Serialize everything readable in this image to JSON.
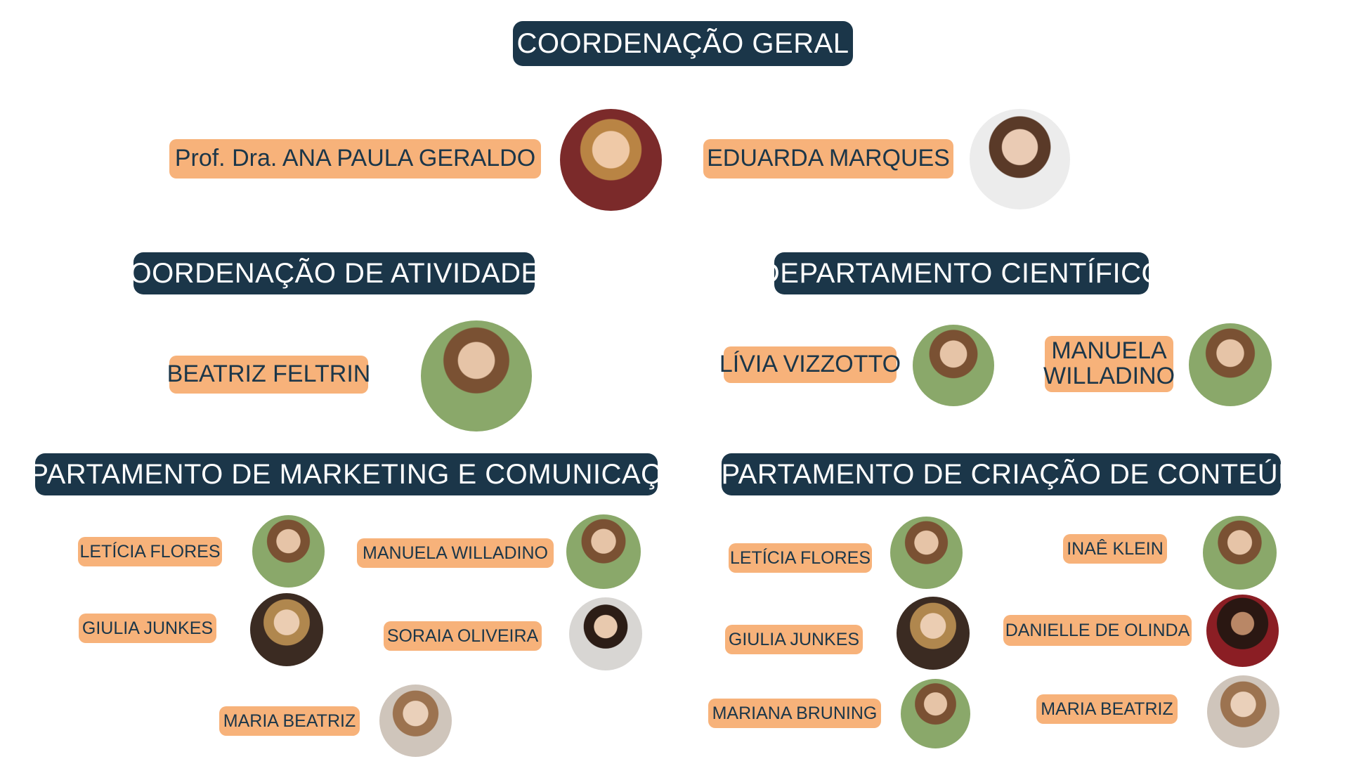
{
  "sections": {
    "coordenacao_geral": "COORDENAÇÃO GERAL",
    "coordenacao_atividades": "COORDENAÇÃO DE ATIVIDADES",
    "departamento_cientifico": "DEPARTAMENTO CIENTÍFICO",
    "marketing": "DEPARTAMENTO DE MARKETING E COMUNICAÇÃO",
    "criacao_conteudo": "DEPARTAMENTO DE CRIAÇÃO DE CONTEÚDO"
  },
  "people": {
    "ana_paula": "Prof. Dra. ANA PAULA GERALDO",
    "eduarda": "EDUARDA MARQUES",
    "beatriz": "BEATRIZ FELTRIN",
    "livia": "LÍVIA VIZZOTTO",
    "manuela_line1": "MANUELA",
    "manuela_line2": "WILLADINO",
    "mkt_leticia": "LETÍCIA FLORES",
    "mkt_manuela": "MANUELA WILLADINO",
    "mkt_giulia": "GIULIA JUNKES",
    "mkt_soraia": "SORAIA OLIVEIRA",
    "mkt_maria": "MARIA BEATRIZ",
    "cc_leticia": "LETÍCIA FLORES",
    "cc_inae": "INAÊ KLEIN",
    "cc_giulia": "GIULIA JUNKES",
    "cc_danielle": "DANIELLE DE OLINDA",
    "cc_mariana": "MARIANA BRUNING",
    "cc_maria": "MARIA BEATRIZ"
  },
  "colors": {
    "header_bg": "#1b3649",
    "tag_bg": "#f7b27a",
    "text_dark": "#1b3649"
  }
}
